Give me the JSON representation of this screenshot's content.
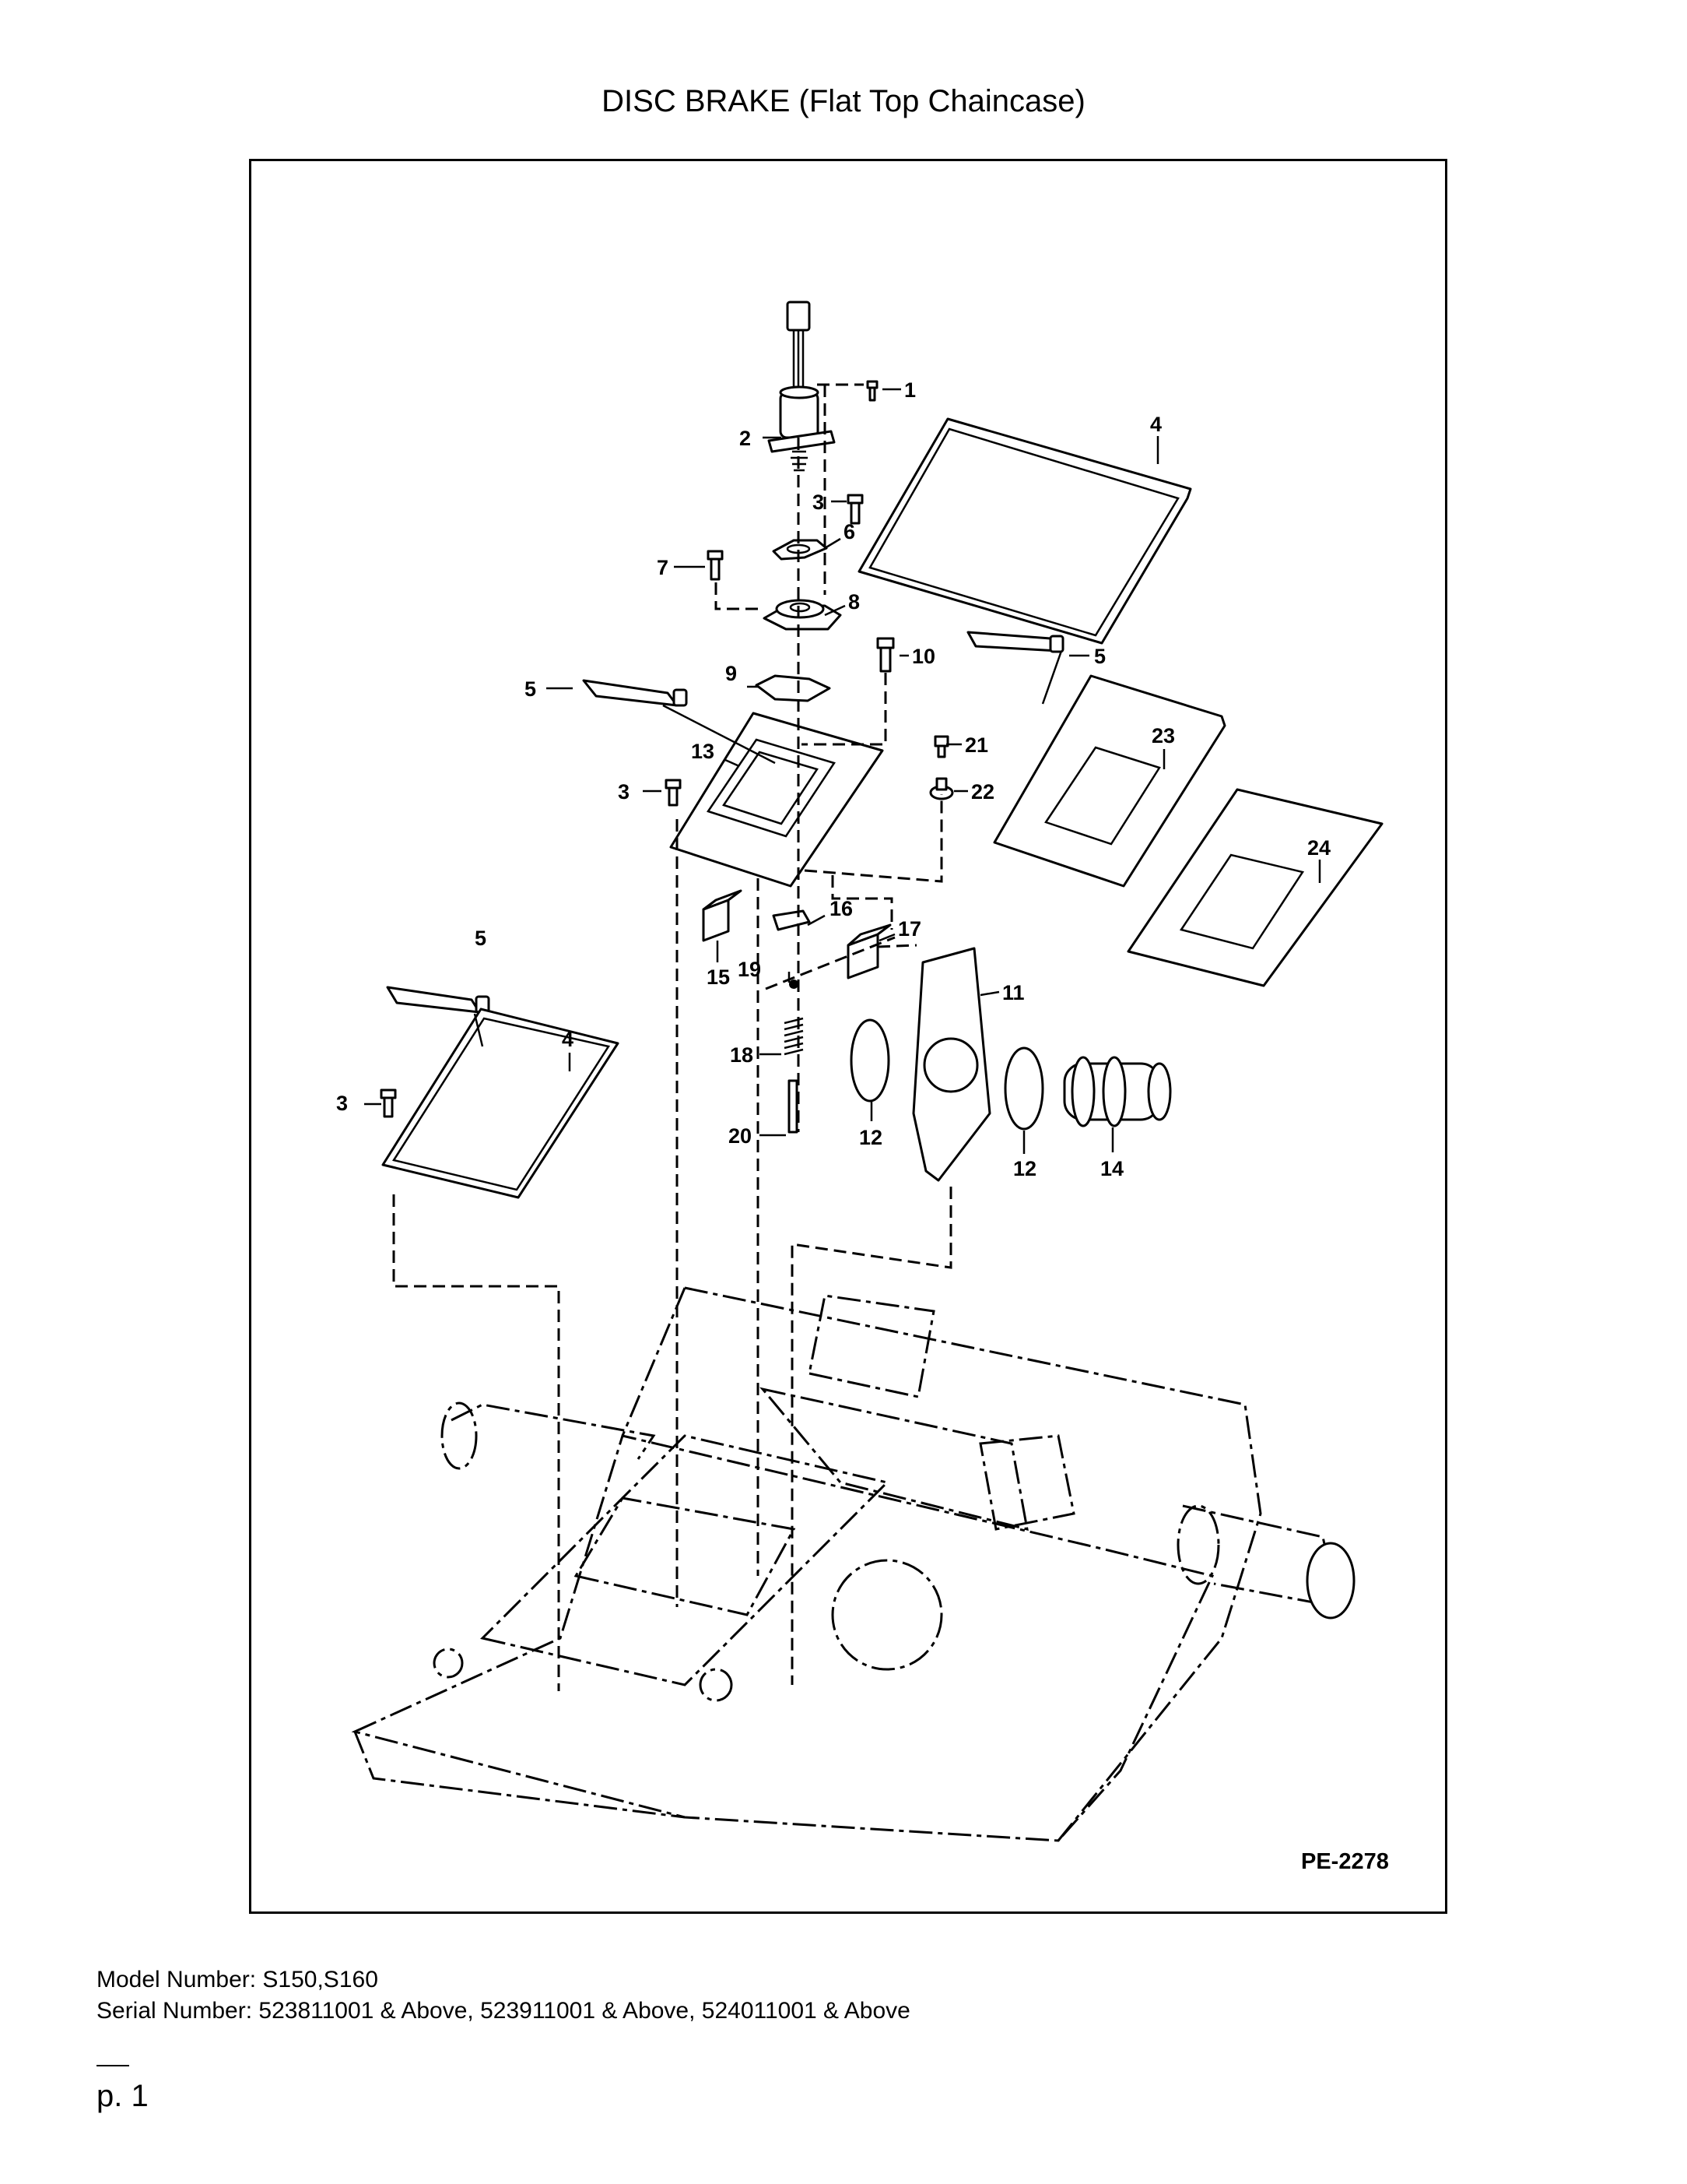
{
  "page": {
    "title": "DISC BRAKE (Flat Top Chaincase)",
    "model_line": "Model Number: S150,S160",
    "serial_line": "Serial Number: 523811001 & Above, 523911001 & Above, 524011001 & Above",
    "page_number": "p. 1"
  },
  "diagram": {
    "reference_code": "PE-2278",
    "callouts": {
      "c1": "1",
      "c2": "2",
      "c3a": "3",
      "c3b": "3",
      "c3c": "3",
      "c4a": "4",
      "c4b": "4",
      "c5a": "5",
      "c5b": "5",
      "c5c": "5",
      "c6": "6",
      "c7": "7",
      "c8": "8",
      "c9": "9",
      "c10": "10",
      "c11": "11",
      "c12a": "12",
      "c12b": "12",
      "c13": "13",
      "c14": "14",
      "c15": "15",
      "c16": "16",
      "c17": "17",
      "c18": "18",
      "c19": "19",
      "c20": "20",
      "c21": "21",
      "c22": "22",
      "c23": "23",
      "c24": "24"
    }
  }
}
